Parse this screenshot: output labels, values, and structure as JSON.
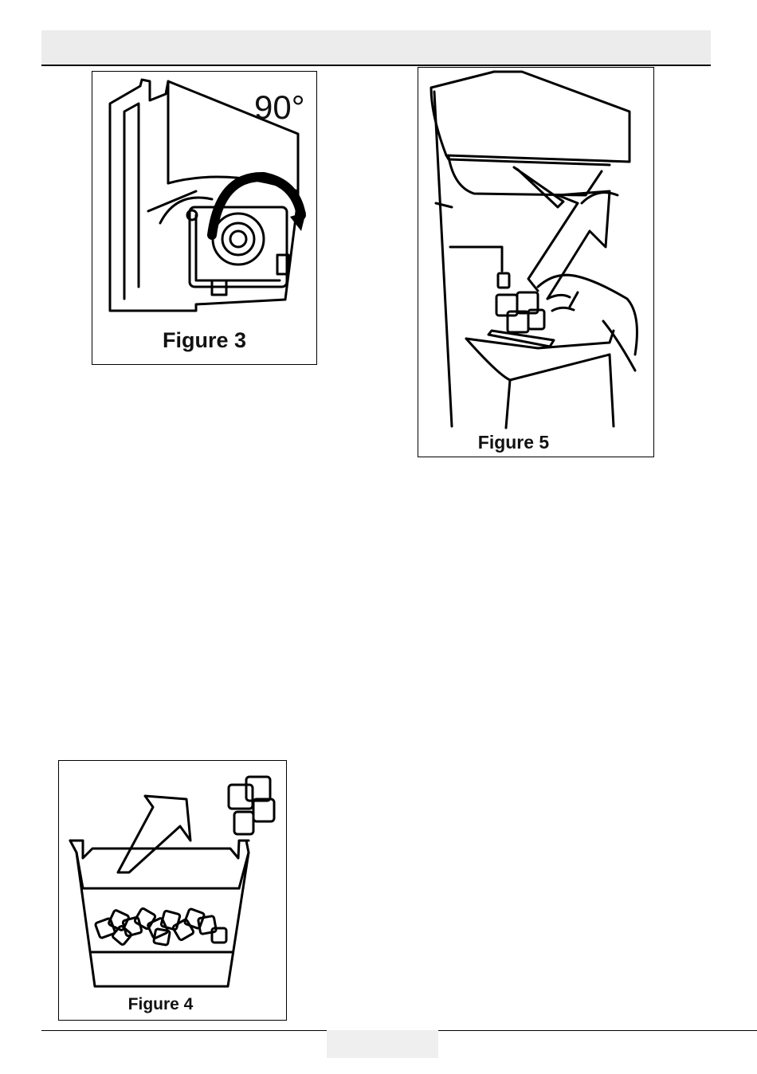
{
  "figures": {
    "fig3": {
      "caption": "Figure 3",
      "angle_label": "90°"
    },
    "fig4": {
      "caption": "Figure 4"
    },
    "fig5": {
      "caption": "Figure 5"
    }
  },
  "colors": {
    "header_band": "#ececec",
    "footer_box": "#efefef",
    "line": "#000000"
  }
}
